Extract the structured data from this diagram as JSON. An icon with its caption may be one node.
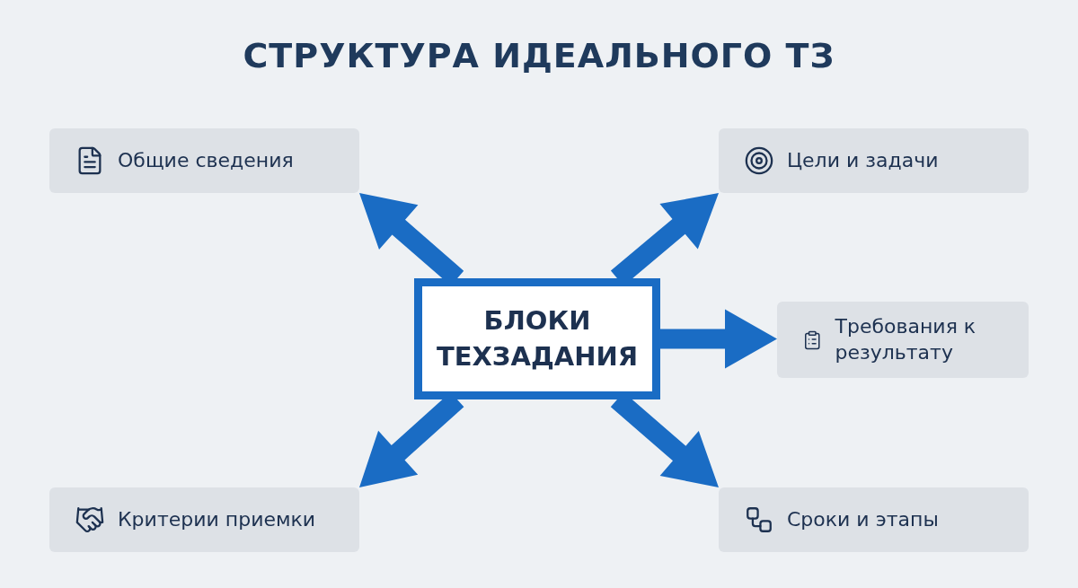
{
  "diagram": {
    "title": "СТРУКТУРА ИДЕАЛЬНОГО ТЗ",
    "nodes": [
      {
        "text": [
          "БЛОКИ ТЕХЗАДАНИЯ"
        ]
      },
      {
        "text": [
          "Общие сведения"
        ]
      },
      {
        "text": [
          "Цели и задачи"
        ]
      },
      {
        "text": [
          "Требования к результату"
        ]
      },
      {
        "text": [
          "Критерии приемки"
        ]
      },
      {
        "text": [
          "Сроки и этапы"
        ]
      }
    ],
    "edges": [
      {
        "from": 0,
        "to": 1,
        "arrow": "to"
      },
      {
        "from": 0,
        "to": 2,
        "arrow": "to"
      },
      {
        "from": 0,
        "to": 3,
        "arrow": "to"
      },
      {
        "from": 0,
        "to": 4,
        "arrow": "to"
      },
      {
        "from": 0,
        "to": 5,
        "arrow": "to"
      }
    ]
  }
}
